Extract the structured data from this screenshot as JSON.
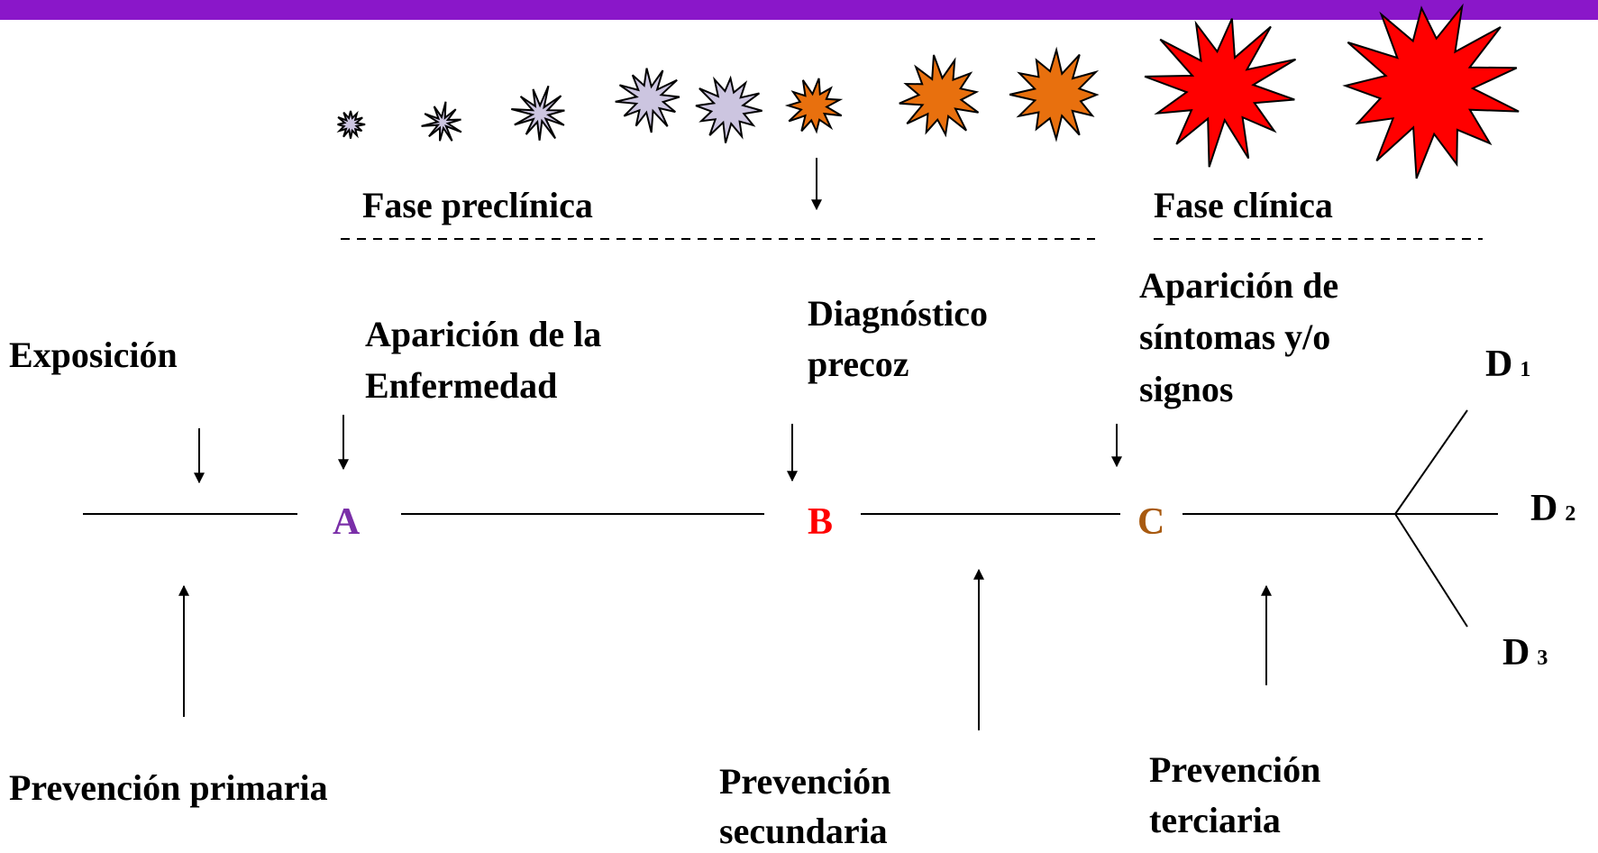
{
  "phases": {
    "preclinical": "Fase preclínica",
    "clinical": "Fase clínica"
  },
  "events": {
    "exposure": "Exposición",
    "onset_line1": "Aparición de la",
    "onset_line2": "Enfermedad",
    "early_dx_line1": "Diagnóstico",
    "early_dx_line2": "precoz",
    "symptoms_line1": "Aparición de",
    "symptoms_line2": "síntomas y/o",
    "symptoms_line3": "signos"
  },
  "nodes": {
    "a": "A",
    "b": "B",
    "c": "C",
    "d1": "D",
    "d1_sub": "1",
    "d2": "D",
    "d2_sub": "2",
    "d3": "D",
    "d3_sub": "3"
  },
  "prevention": {
    "primary": "Prevención primaria",
    "secondary_line1": "Prevención",
    "secondary_line2": "secundaria",
    "tertiary_line1": "Prevención",
    "tertiary_line2": "terciaria"
  },
  "colors": {
    "header_bar": "#8a17c9",
    "node_a": "#7a2fa8",
    "node_b": "#ff0000",
    "node_c": "#a85a10",
    "star_lavender": "#ccc5e0",
    "star_orange": "#e8700e",
    "star_red": "#ff0000"
  }
}
